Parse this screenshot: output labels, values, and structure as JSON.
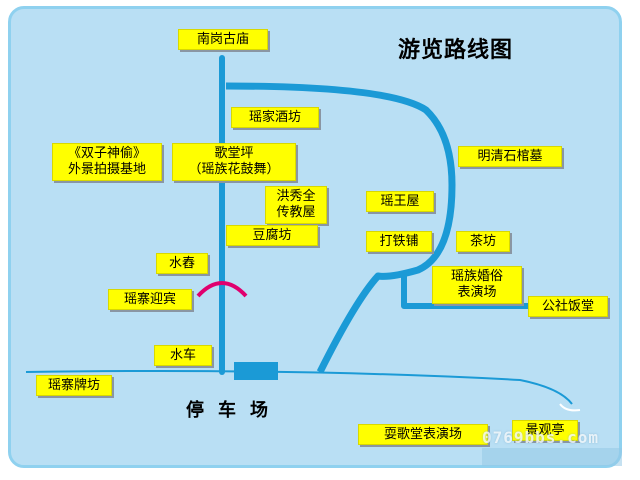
{
  "map": {
    "title": "游览路线图",
    "parking_label": "停车场",
    "watermark": "0769bbs.com",
    "colors": {
      "background": "#b9dff4",
      "route": "#1b9ad6",
      "label_bg": "#ffff00",
      "gate": "#e0006e"
    },
    "places": {
      "nangang_temple": "南岗古庙",
      "yao_winery": "瑶家酒坊",
      "twins_line1": "《双子神偷》",
      "twins_line2": "外景拍摄基地",
      "getang_line1": "歌堂坪",
      "getang_line2": "（瑶族花鼓舞）",
      "ming_qing_tomb": "明清石棺墓",
      "hongxiuquan_line1": "洪秀全",
      "hongxiuquan_line2": "传教屋",
      "yao_king_house": "瑶王屋",
      "tofu_shop": "豆腐坊",
      "blacksmith": "打铁铺",
      "tea_shop": "茶坊",
      "water_mortar": "水舂",
      "wedding_line1": "瑶族婚俗",
      "wedding_line2": "表演场",
      "yaozhai_welcome": "瑶寨迎宾",
      "commune_canteen": "公社饭堂",
      "waterwheel": "水车",
      "yaozhai_archway": "瑶寨牌坊",
      "song_stage": "耍歌堂表演场",
      "view_pavilion": "景观亭"
    }
  }
}
